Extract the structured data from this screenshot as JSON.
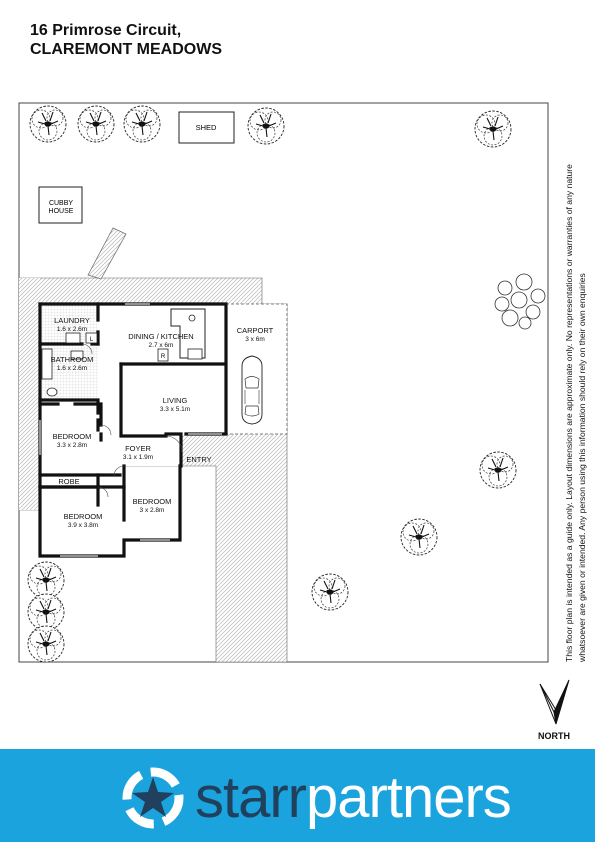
{
  "address": {
    "line1": "16 Primrose Circuit,",
    "line2": "CLAREMONT MEADOWS"
  },
  "structures": {
    "shed": "SHED",
    "cubby_line1": "CUBBY",
    "cubby_line2": "HOUSE"
  },
  "rooms": [
    {
      "id": "laundry",
      "name": "LAUNDRY",
      "size": "1.6 x 2.6m"
    },
    {
      "id": "bathroom",
      "name": "BATHROOM",
      "size": "1.6 x 2.6m"
    },
    {
      "id": "dining",
      "name": "DINING / KITCHEN",
      "size": "2.7 x 6m"
    },
    {
      "id": "living",
      "name": "LIVING",
      "size": "3.3 x 5.1m"
    },
    {
      "id": "bedroom1",
      "name": "BEDROOM",
      "size": "3.3 x 2.8m"
    },
    {
      "id": "foyer",
      "name": "FOYER",
      "size": "3.1 x 1.9m"
    },
    {
      "id": "bedroom2",
      "name": "BEDROOM",
      "size": "3 x 2.8m"
    },
    {
      "id": "bedroom3",
      "name": "BEDROOM",
      "size": "3.9 x 3.8m"
    },
    {
      "id": "carport",
      "name": "CARPORT",
      "size": "3 x 6m"
    }
  ],
  "labels": {
    "robe": "ROBE",
    "entry": "ENTRY",
    "fridge": "R",
    "wc": "L"
  },
  "disclaimer": {
    "line1": "This floor plan is intended as a guide only. Layout dimensions are approximate only. No representations or warranties of any nature",
    "line2": "whatsoever are given or intended. Any person using this information should rely on their own enquiries"
  },
  "compass": {
    "label": "NORTH"
  },
  "brand": {
    "part1": "starr",
    "part2": "partners"
  },
  "colors": {
    "footer_bg": "#1aa3dc",
    "brand_dark": "#20405e",
    "brand_light": "#ffffff",
    "hatch": "#bbbbbb"
  }
}
